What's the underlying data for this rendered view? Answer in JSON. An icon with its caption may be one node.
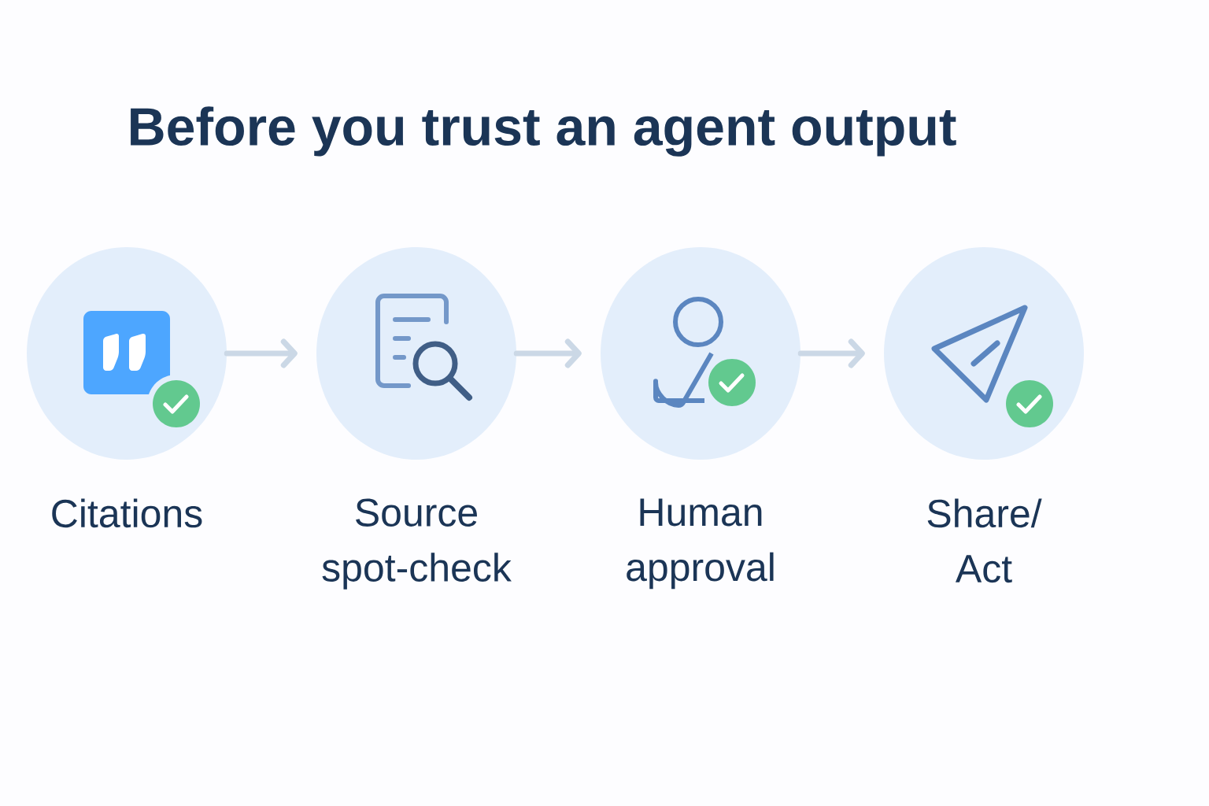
{
  "diagram": {
    "title": "Before you trust an agent output",
    "nodes": [
      {
        "text": [
          "Citations"
        ]
      },
      {
        "text": [
          "Source spot-check"
        ]
      },
      {
        "text": [
          "Human approval"
        ]
      },
      {
        "text": [
          "Share/ Act"
        ]
      }
    ],
    "edges": [
      {
        "from": 0,
        "to": 1,
        "arrow": "to"
      },
      {
        "from": 1,
        "to": 2,
        "arrow": "to"
      },
      {
        "from": 2,
        "to": 3,
        "arrow": "to"
      }
    ]
  }
}
